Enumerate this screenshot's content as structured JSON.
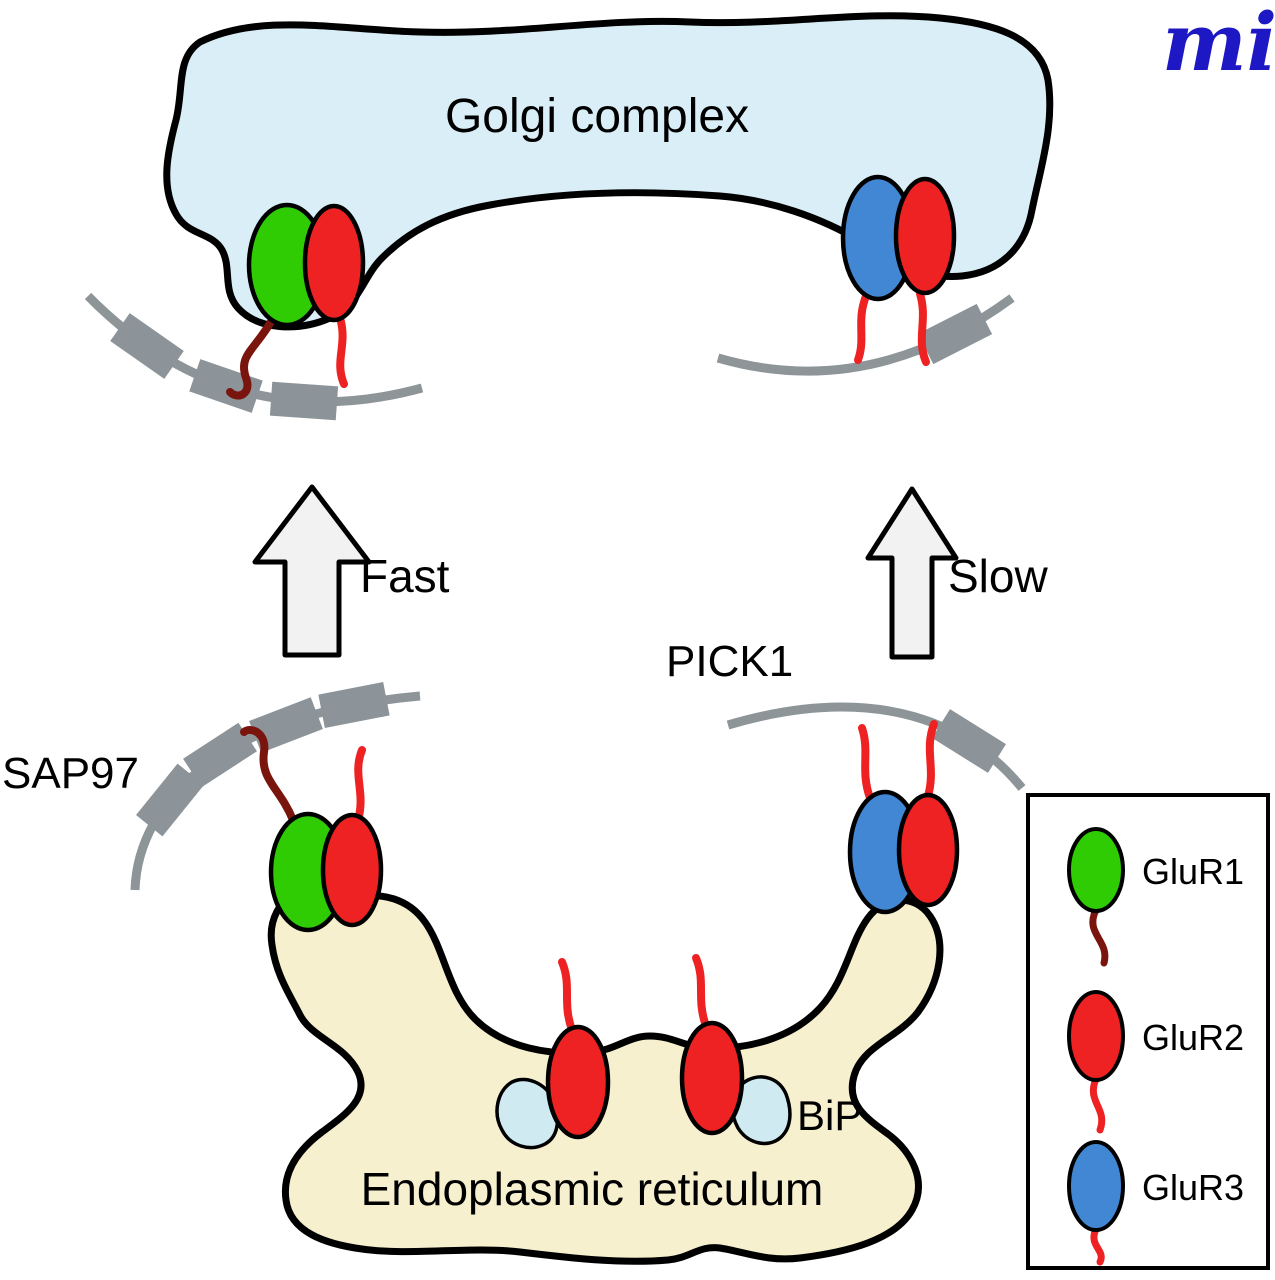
{
  "figure": {
    "golgi_label": "Golgi complex",
    "er_label": "Endoplasmic reticulum",
    "fast_label": "Fast",
    "slow_label": "Slow",
    "pick1_label": "PICK1",
    "sap97_label": "SAP97",
    "bip_label": "BiP"
  },
  "legend": {
    "items": [
      {
        "label": "GluR1",
        "color": "#2fcc04"
      },
      {
        "label": "GluR2",
        "color": "#ee2222"
      },
      {
        "label": "GluR3",
        "color": "#4187d4"
      }
    ]
  },
  "logo": {
    "text": "mi"
  },
  "colors": {
    "golgi_fill": "#d9eef6",
    "er_fill": "#f6f0cf",
    "glur1_green": "#2fcc04",
    "glur2_red": "#ee2222",
    "glur3_blue": "#4187d4",
    "glur1_tail": "#7a150e",
    "glur2_tail": "#ee2222",
    "membrane_gray": "#8d9599",
    "scaffold_gray": "#8c9499",
    "bip_fill": "#cfeaf0",
    "arrow_fill": "#f2f2f2",
    "outline": "#000000",
    "logo_blue": "#1d18c4"
  }
}
